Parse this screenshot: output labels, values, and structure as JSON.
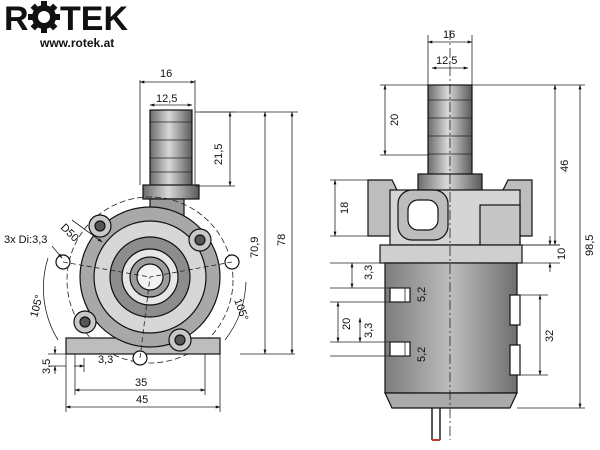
{
  "brand": {
    "name_prefix": "R",
    "name_suffix": "TEK",
    "url": "www.rotek.at",
    "logo_icon": "gear-icon"
  },
  "front_view": {
    "dim_outer_barb": "16",
    "dim_inner_barb": "12,5",
    "dim_barb_length": "21,5",
    "dim_total_height": "78",
    "dim_center_height": "70,9",
    "dim_diameter": "D50",
    "dim_holes": "3x Di:3,3",
    "dim_angle_left": "105°",
    "dim_angle_right": "105°",
    "dim_base_height": "3,5",
    "dim_base_offset": "3,3",
    "dim_hole_spacing": "35",
    "dim_total_width": "45"
  },
  "side_view": {
    "dim_outer_barb": "16",
    "dim_inner_barb": "12,5",
    "dim_barb_length": "20",
    "dim_upper_height": "46",
    "dim_total_height": "98,5",
    "dim_outlet_height": "18",
    "dim_flange": "10",
    "dim_slot_a": "3,3",
    "dim_slot_b": "5,2",
    "dim_slot_spacing": "20",
    "dim_slot_c": "3,3",
    "dim_slot_d": "5,2",
    "dim_body_height": "32"
  },
  "colors": {
    "line": "#111111",
    "body_fill": "#8a8a8a",
    "body_light": "#cfcfcf",
    "background": "#ffffff"
  }
}
